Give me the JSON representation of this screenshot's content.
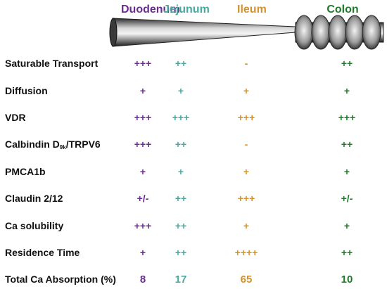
{
  "colors": {
    "duodenum": "#6a2d8f",
    "jejunum": "#48a8a0",
    "ileum": "#d4922c",
    "colon": "#1f7a2a",
    "label": "#111111"
  },
  "segments": [
    {
      "key": "duodenum",
      "name": "Duodenum"
    },
    {
      "key": "jejunum",
      "name": "Jejunum"
    },
    {
      "key": "ileum",
      "name": "Ileum"
    },
    {
      "key": "colon",
      "name": "Colon"
    }
  ],
  "rows": [
    {
      "label": "Saturable Transport",
      "values": [
        "+++",
        "++",
        "-",
        "++"
      ]
    },
    {
      "label": "Diffusion",
      "values": [
        "+",
        "+",
        "+",
        "+"
      ]
    },
    {
      "label": "VDR",
      "values": [
        "+++",
        "+++",
        "+++",
        "+++"
      ]
    },
    {
      "label_prefix": "Calbindin D",
      "label_sub": "9k",
      "label_suffix": "/TRPV6",
      "values": [
        "+++",
        "++",
        "-",
        "++"
      ]
    },
    {
      "label": "PMCA1b",
      "values": [
        "+",
        "+",
        "+",
        "+"
      ]
    },
    {
      "label": "Claudin 2/12",
      "values": [
        "+/-",
        "++",
        "+++",
        "+/-"
      ]
    },
    {
      "label": "Ca solubility",
      "values": [
        "+++",
        "++",
        "+",
        "+"
      ]
    },
    {
      "label": "Residence Time",
      "values": [
        "+",
        "++",
        "++++",
        "++"
      ]
    },
    {
      "label": "Total Ca Absorption (%)",
      "values": [
        "8",
        "17",
        "65",
        "10"
      ]
    }
  ]
}
